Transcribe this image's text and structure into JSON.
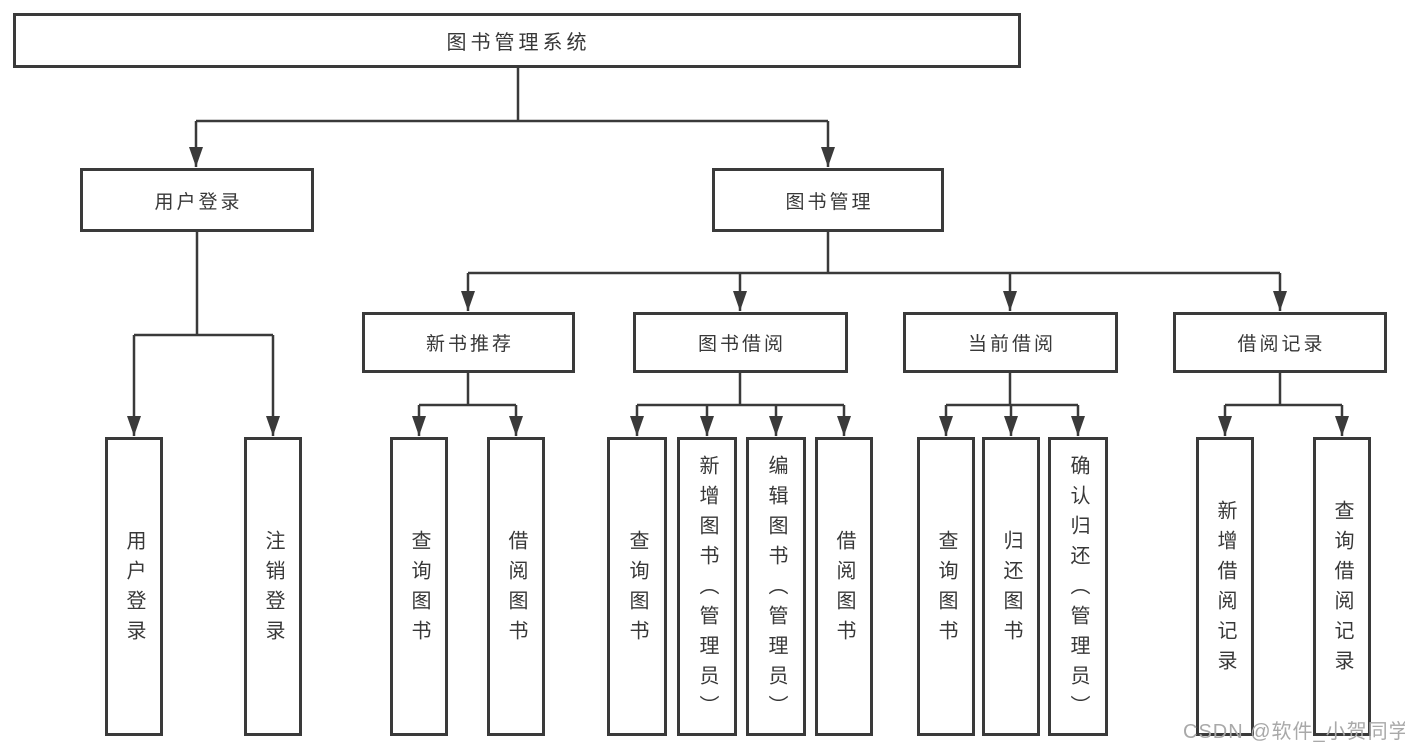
{
  "diagram": {
    "type": "hierarchy-tree",
    "colors": {
      "line": "#3a3a3a",
      "text": "#383838",
      "background": "#ffffff",
      "watermark": "#a9a9a9"
    },
    "root": {
      "label": "图书管理系统"
    },
    "level2": {
      "user_login": {
        "label": "用户登录"
      },
      "book_management": {
        "label": "图书管理"
      }
    },
    "level3": {
      "new_book_recommend": {
        "label": "新书推荐"
      },
      "book_borrow": {
        "label": "图书借阅"
      },
      "current_borrow": {
        "label": "当前借阅"
      },
      "borrow_records": {
        "label": "借阅记录"
      }
    },
    "leaves": {
      "user_login": {
        "label": "用户登录"
      },
      "logout": {
        "label": "注销登录"
      },
      "recommend_query_book": {
        "label": "查询图书"
      },
      "recommend_borrow_book": {
        "label": "借阅图书"
      },
      "borrow_query_book": {
        "label": "查询图书"
      },
      "borrow_add_book": {
        "label": "新增图书（管理员）"
      },
      "borrow_edit_book": {
        "label": "编辑图书（管理员）"
      },
      "borrow_borrow_book": {
        "label": "借阅图书"
      },
      "current_query_book": {
        "label": "查询图书"
      },
      "current_return_book": {
        "label": "归还图书"
      },
      "current_confirm_return": {
        "label": "确认归还（管理员）"
      },
      "records_add_record": {
        "label": "新增借阅记录"
      },
      "records_query_record": {
        "label": "查询借阅记录"
      }
    },
    "watermark": "CSDN @软件_小贺同学"
  }
}
